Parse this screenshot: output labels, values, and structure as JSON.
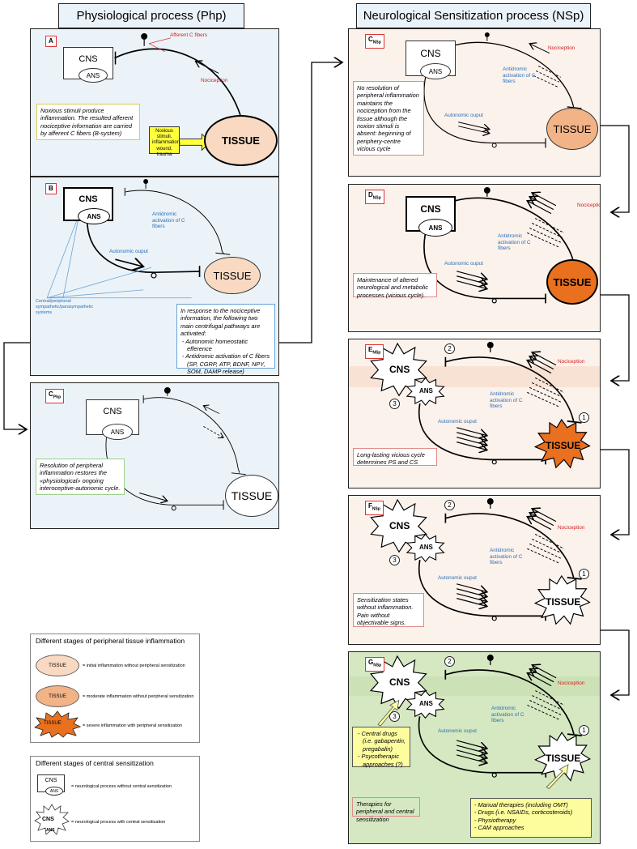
{
  "headers": {
    "php": "Physiological process (Php)",
    "nsp": "Neurological Sensitization process (NSp)"
  },
  "common": {
    "cns": "CNS",
    "ans": "ANS",
    "tissue": "TISSUE",
    "nociception": "Nociception",
    "antidromic": "Antidromic activation of C fibers",
    "autonomic_output": "Autonomic ouput",
    "autonomic_output_c": "Autonomic ouput",
    "num1": "1",
    "num2": "2",
    "num3": "3"
  },
  "panel_a": {
    "label": "A",
    "afferent": "Afferent C fibers",
    "stimuli": "Noxious stimuli, inflammation, wound, trauma",
    "note": "Noxious stimuli produce inflammation. The resulted afferent nociceptive information are carried by afferent C fibers (B-system)"
  },
  "panel_b": {
    "label": "B",
    "systems": "Central/peripheral sympathetic/parasympathetic systems",
    "note_intro": "In response to the nociceptive information, the following two main centrifugal pathways are activated:",
    "note_items": [
      "Autonomic homeostatic efference",
      "Antidromic activation of C fibers (SP, CGRP, ATP, BDNF, NPY, SOM, DAMP release)"
    ]
  },
  "panel_cphp": {
    "label": "C",
    "sub": "Php",
    "note": "Resolution of peripheral inflammation restores the «physiological» ongoing interoceptive-autonomic cycle."
  },
  "panel_cnsp": {
    "label": "C",
    "sub": "NSp",
    "note": "No resolution of peripheral inflammation maintains the nociception from the tissue although the noxion stimuli is absent: beginning of periphery-centre vicious cycle"
  },
  "panel_d": {
    "label": "D",
    "sub": "NSp",
    "note": "Maintenance of altered neurological and metabolic processes (vicious cycle)."
  },
  "panel_e": {
    "label": "E",
    "sub": "NSp",
    "note": "Long-lasting vicious cycle determines PS and CS"
  },
  "panel_f": {
    "label": "F",
    "sub": "NSp",
    "note": "Sensitization states without inflammation. Pain without objectivable signs."
  },
  "panel_g": {
    "label": "G",
    "sub": "NSp",
    "central_drugs": [
      "Central drugs (i.e. gabapentin, pregabalin)",
      "Psycotherapic approaches (?)"
    ],
    "peripheral": [
      "Manual therapies (including OMT)",
      "Drugs (i.e. NSAIDs, corticosteroids)",
      "Physiotherapy",
      "CAM approaches"
    ],
    "note": "Therapies for peripheral and central sensitization"
  },
  "legend1": {
    "title": "Different stages of peripheral tissue inflammation",
    "rows": [
      {
        "label": "= initial inflammation without peripheral sensitization",
        "color": "#f9d9c2"
      },
      {
        "label": "= moderate inflammation without peripheral sensitization",
        "color": "#f2b387"
      },
      {
        "label": "= severe inflammation with peripheral sensitization",
        "color": "#e8701f"
      }
    ]
  },
  "legend2": {
    "title": "Different stages of central sensitization",
    "rows": [
      {
        "label": "= neurological process without central sensitization"
      },
      {
        "label": "= neurological process with central sensitization"
      }
    ]
  },
  "colors": {
    "php_bg": "#ebf3f8",
    "nsp_bg": "#fcf2ec",
    "green_bg": "#d5e8c2",
    "tissue_light": "#f9d9c2",
    "tissue_moderate": "#f2b387",
    "tissue_severe": "#e8701f"
  }
}
